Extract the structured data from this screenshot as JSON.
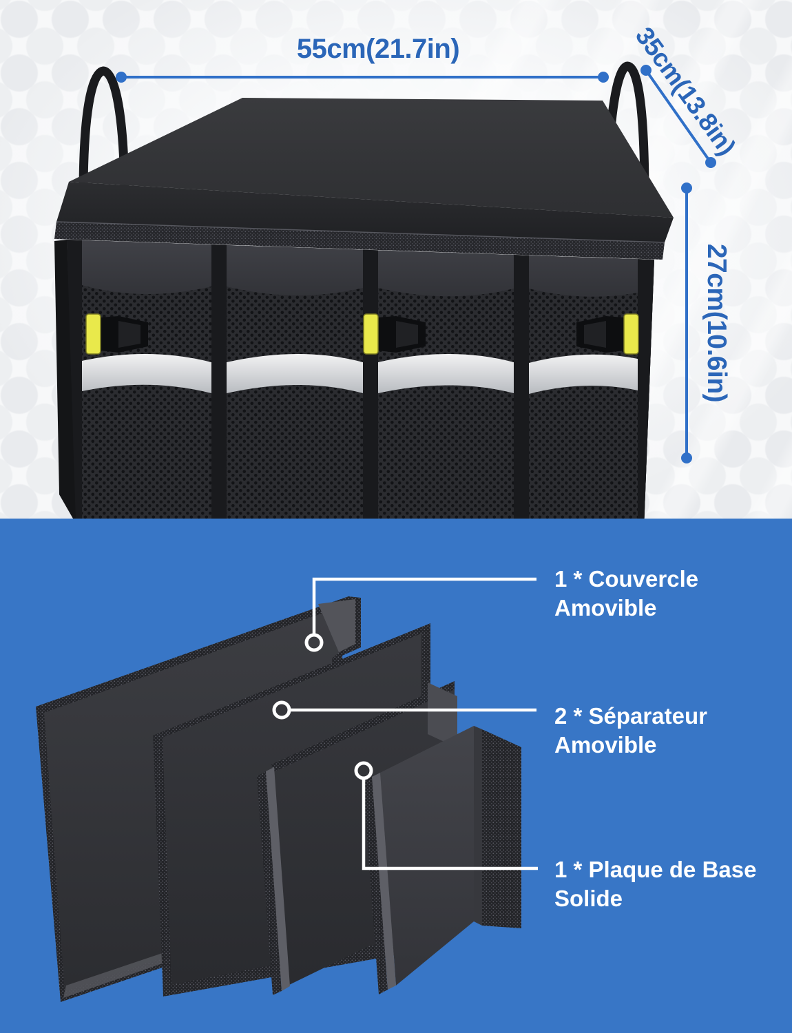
{
  "annotations": {
    "width": "55cm(21.7in)",
    "depth": "35cm(13.8in)",
    "height": "27cm(10.6in)"
  },
  "parts": [
    {
      "line1": "1 * Couvercle",
      "line2": "Amovible"
    },
    {
      "line1": "2 * Séparateur",
      "line2": "Amovible"
    },
    {
      "line1": "1 * Plaque de Base",
      "line2": "Solide"
    }
  ],
  "colors": {
    "annotation_text": "#2B66B8",
    "annotation_line": "#3070C8",
    "bottom_background": "#3876C6",
    "buckle_accent": "#E9E94B",
    "reflective_strip": "#FFFFFF"
  }
}
